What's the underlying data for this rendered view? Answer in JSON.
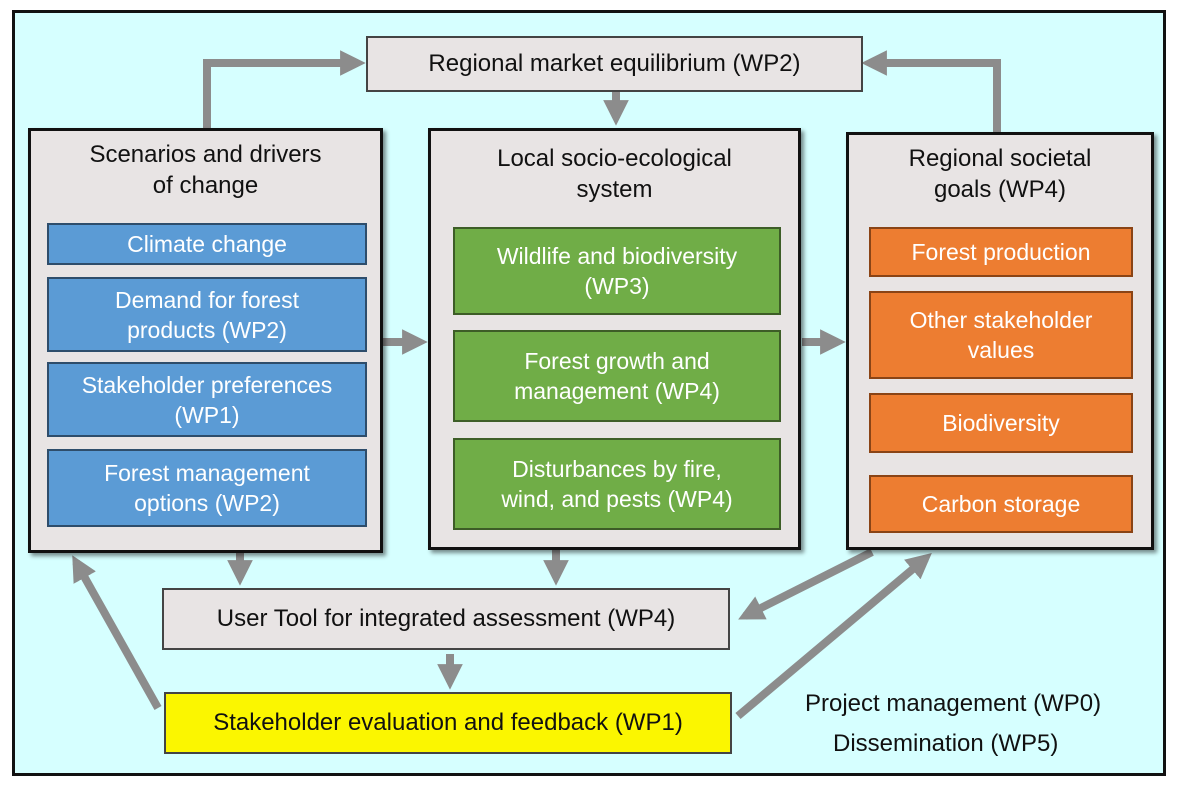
{
  "top": {
    "label": "Regional market equilibrium (WP2)"
  },
  "left_panel": {
    "title_lines": [
      "Scenarios and drivers",
      "of change"
    ],
    "items": [
      [
        "Climate change"
      ],
      [
        "Demand for forest",
        "products (WP2)"
      ],
      [
        "Stakeholder preferences",
        "(WP1)"
      ],
      [
        "Forest management",
        "options (WP2)"
      ]
    ]
  },
  "middle_panel": {
    "title_lines": [
      "Local socio-ecological",
      "system"
    ],
    "items": [
      [
        "Wildlife and biodiversity",
        "(WP3)"
      ],
      [
        "Forest growth and",
        "management (WP4)"
      ],
      [
        "Disturbances by fire,",
        "wind, and pests (WP4)"
      ]
    ]
  },
  "right_panel": {
    "title_lines": [
      "Regional societal",
      "goals (WP4)"
    ],
    "items": [
      [
        "Forest production"
      ],
      [
        "Other stakeholder",
        "values"
      ],
      [
        "Biodiversity"
      ],
      [
        "Carbon storage"
      ]
    ]
  },
  "user_tool": {
    "label": "User Tool for integrated assessment (WP4)"
  },
  "feedback": {
    "label": "Stakeholder evaluation and feedback (WP1)"
  },
  "notes": {
    "project_management": "Project management (WP0)",
    "dissemination": "Dissemination (WP5)"
  },
  "colors": {
    "background": "#d6ffff",
    "panel": "#e8e4e4",
    "blue": "#5b9bd5",
    "green": "#70ad47",
    "orange": "#ed7d31",
    "yellow": "#fbf600",
    "arrow": "#8c8c8c"
  }
}
